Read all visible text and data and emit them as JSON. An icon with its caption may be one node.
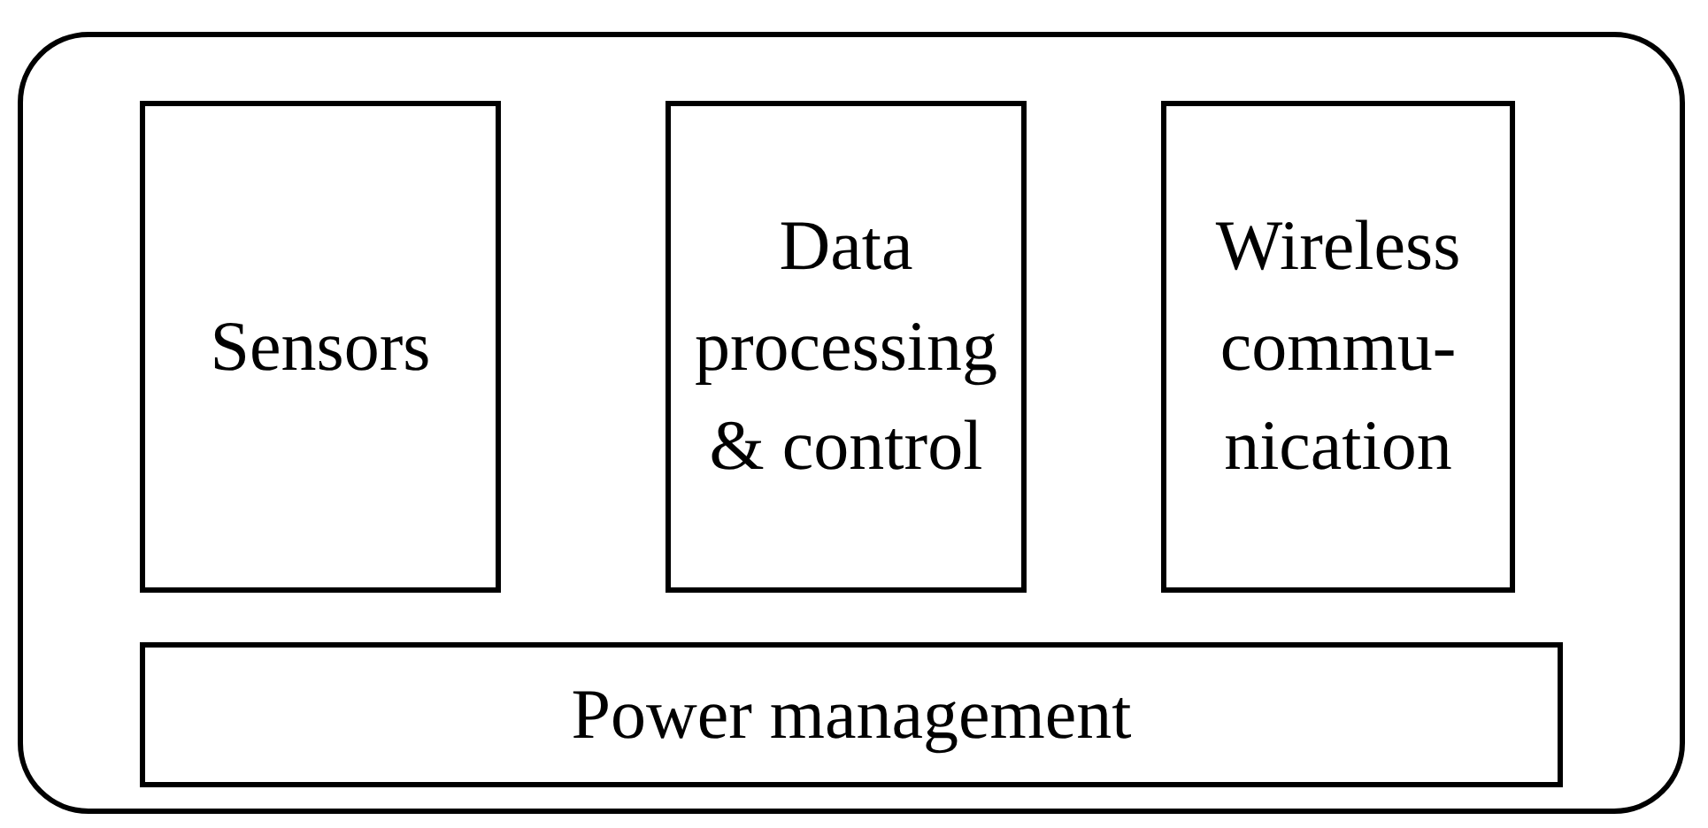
{
  "diagram": {
    "nodes": [
      {
        "text": [],
        "shape": "box"
      },
      {
        "text": [
          "Sensors"
        ],
        "in": 0
      },
      {
        "text": [
          "Data processing & control"
        ],
        "in": 0
      },
      {
        "text": [
          "Wireless commu- nication"
        ],
        "in": 0
      },
      {
        "text": [
          "Power management"
        ],
        "in": 0
      }
    ]
  }
}
